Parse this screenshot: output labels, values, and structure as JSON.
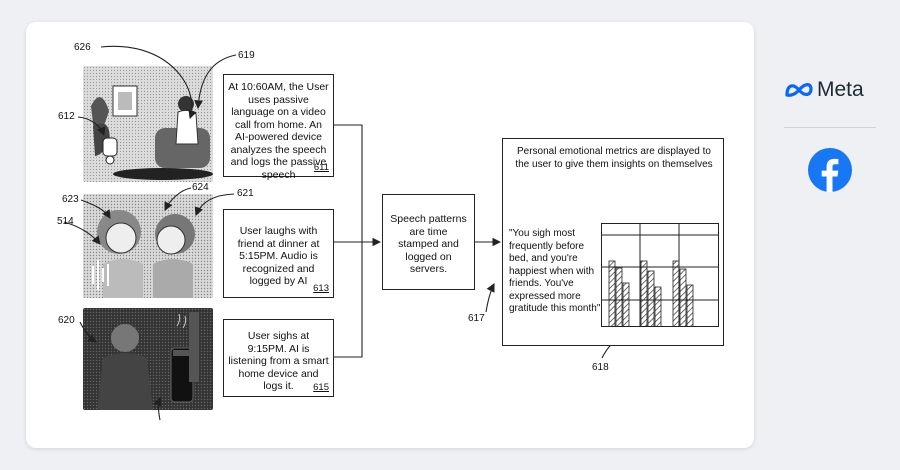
{
  "boxes": {
    "b611": {
      "text": "At 10:60AM, the User uses passive language on a video call from home. An AI-powered device analyzes the speech and logs the passive speech",
      "num": "611"
    },
    "b613": {
      "text": "User laughs with friend at dinner at 5:15PM. Audio is recognized and logged by AI",
      "num": "613"
    },
    "b615": {
      "text": "User sighs at 9:15PM. AI is listening from a smart home device and logs it.",
      "num": "615"
    },
    "speech": {
      "text": "Speech patterns are time stamped and logged on servers."
    },
    "metrics": {
      "title": "Personal emotional metrics are displayed to the user to give them insights on themselves",
      "quote": "\"You sigh most frequently before bed, and you're happiest when with friends. You've expressed more gratitude this month\""
    }
  },
  "refs": {
    "r626": "626",
    "r619": "619",
    "r612": "612",
    "r623": "623",
    "r624": "624",
    "r621": "621",
    "r514": "514",
    "r620": "620",
    "r617": "617",
    "r618": "618"
  },
  "brand": {
    "meta": "Meta",
    "meta_color": "#1c2b33",
    "fb_color": "#1877f2"
  }
}
